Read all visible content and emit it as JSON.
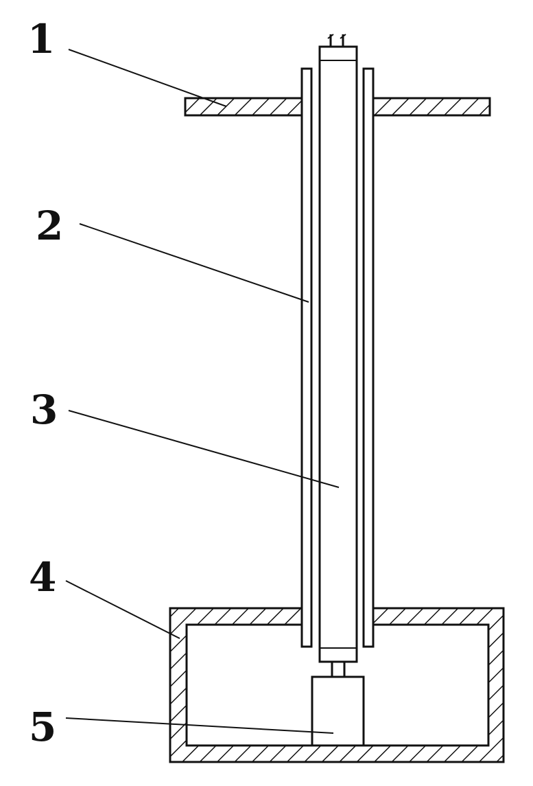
{
  "labels": [
    "1",
    "2",
    "3",
    "4",
    "5"
  ],
  "colors": {
    "stroke": "#111111",
    "background": "#ffffff"
  }
}
